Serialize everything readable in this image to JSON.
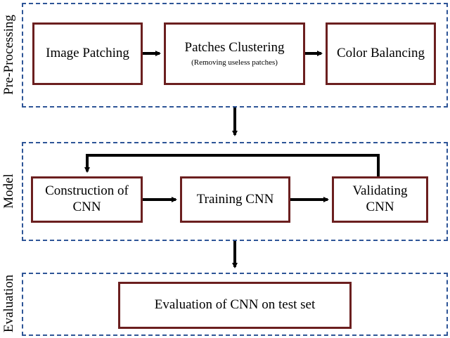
{
  "sections": {
    "preprocessing": "Pre-Processing",
    "model": "Model",
    "evaluation": "Evaluation"
  },
  "boxes": {
    "image_patching": "Image Patching",
    "patches_clustering": "Patches Clustering",
    "patches_clustering_note": "(Removing useless patches)",
    "color_balancing": "Color Balancing",
    "construction_line1": "Construction of",
    "construction_line2": "CNN",
    "training": "Training CNN",
    "validating_line1": "Validating",
    "validating_line2": "CNN",
    "evaluation": "Evaluation of CNN on test set"
  },
  "colors": {
    "group_border": "#2e5597",
    "box_border": "#6b1f1f",
    "arrow": "#000000"
  }
}
